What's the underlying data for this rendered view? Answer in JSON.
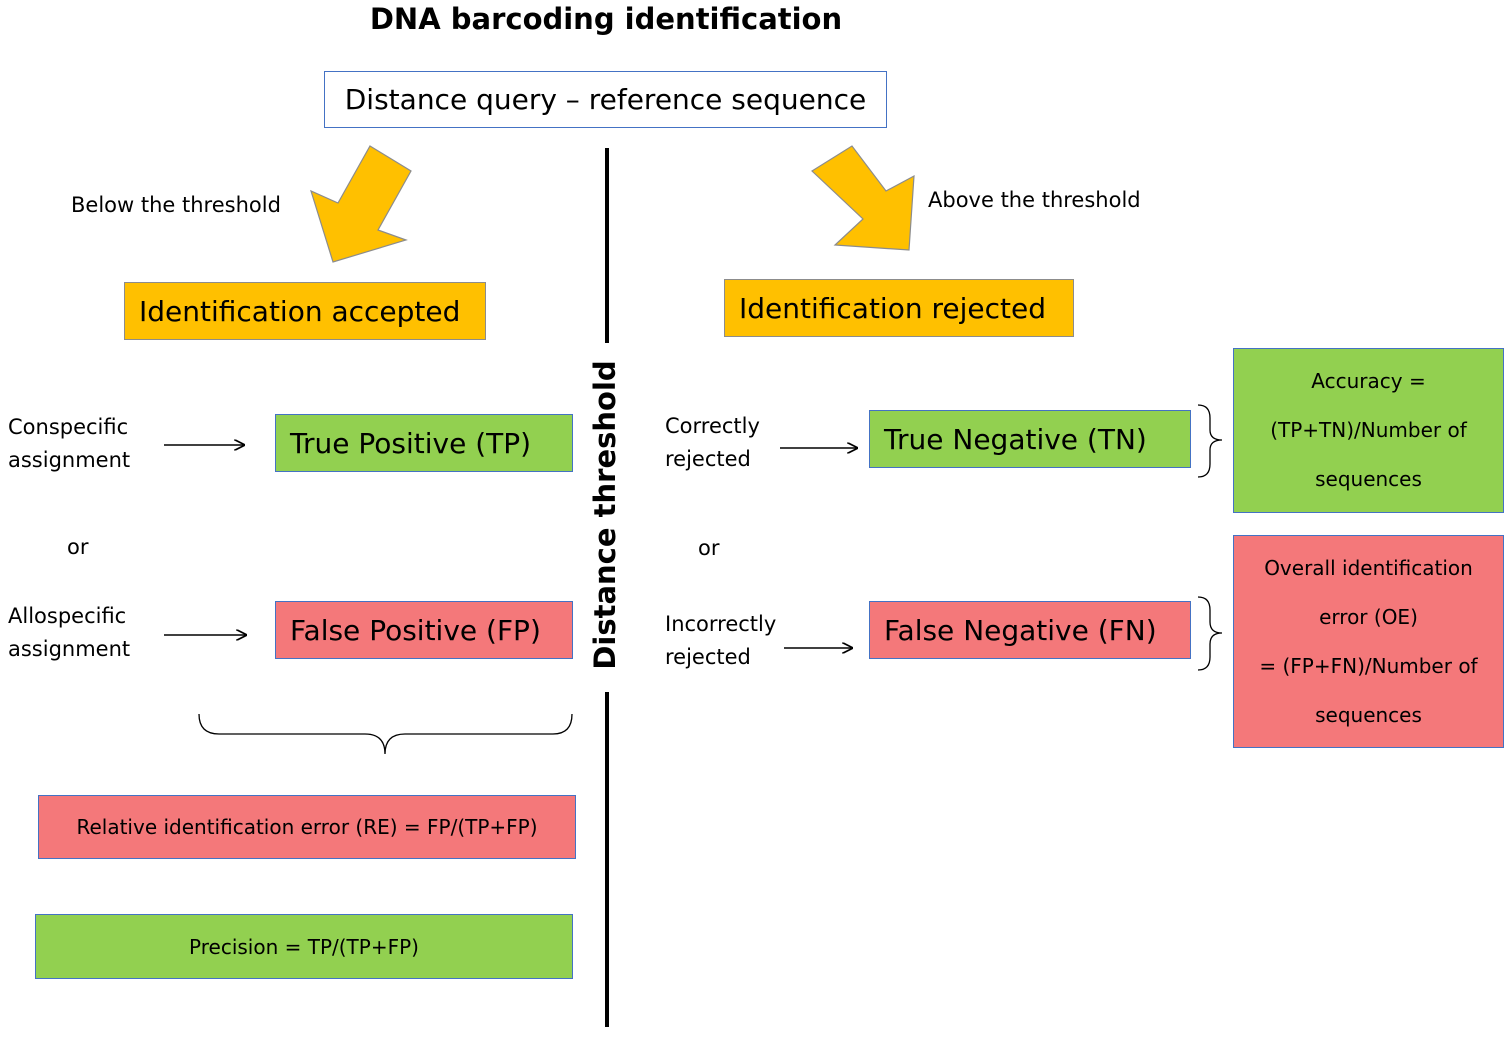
{
  "title": "DNA barcoding identification",
  "query_box": "Distance query – reference sequence",
  "threshold_label": "Distance threshold",
  "left": {
    "branch_label": "Below the threshold",
    "result": "Identification accepted",
    "rows": [
      {
        "label_line1": "Conspecific",
        "label_line2": "assignment",
        "outcome": "True Positive (TP)"
      },
      {
        "label_line1": "Allospecific",
        "label_line2": "assignment",
        "outcome": "False Positive (FP)"
      }
    ],
    "or": "or",
    "metrics": [
      "Relative identification error (RE) = FP/(TP+FP)",
      "Precision = TP/(TP+FP)"
    ]
  },
  "right": {
    "branch_label": "Above the threshold",
    "result": "Identification rejected",
    "rows": [
      {
        "label_line1": "Correctly",
        "label_line2": "rejected",
        "outcome": "True Negative (TN)"
      },
      {
        "label_line1": "Incorrectly",
        "label_line2": "rejected",
        "outcome": "False Negative (FN)"
      }
    ],
    "or": "or",
    "accuracy": {
      "line1": "Accuracy =",
      "line2": "(TP+TN)/Number of",
      "line3": "sequences"
    },
    "overall_error": {
      "line1": "Overall identification",
      "line2": "error (OE)",
      "line3": "= (FP+FN)/Number of",
      "line4": "sequences"
    }
  },
  "colors": {
    "accepted": "#ffc000",
    "correct": "#92d050",
    "error": "#f4787a",
    "box_border": "#4472c4"
  }
}
